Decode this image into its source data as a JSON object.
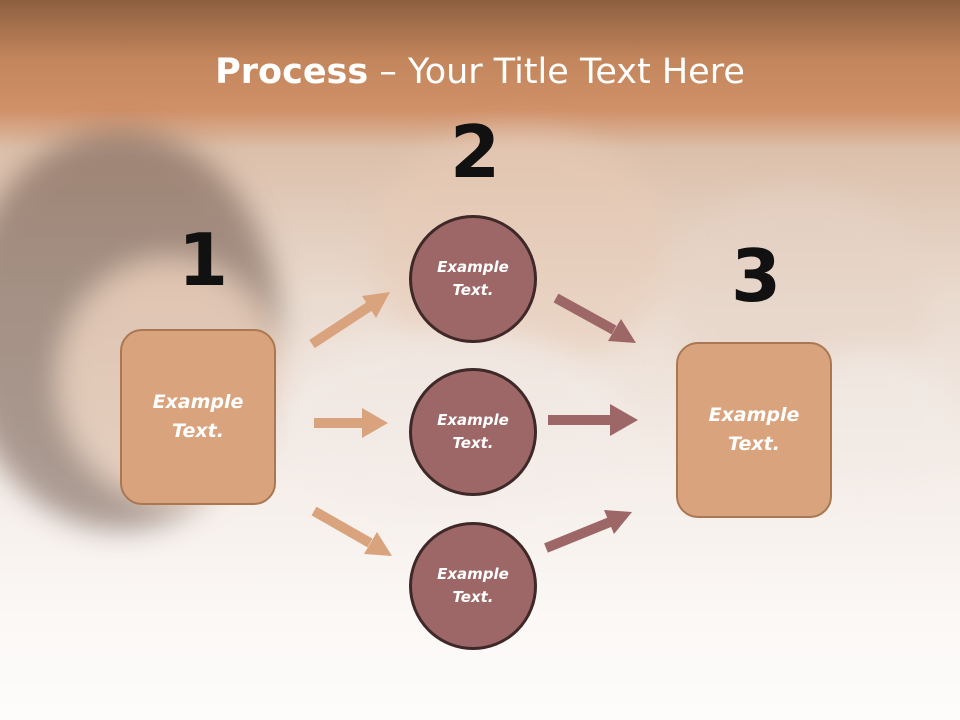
{
  "title": {
    "bold": "Process",
    "rest": " – Your Title Text Here"
  },
  "steps": [
    {
      "number": "1",
      "line1": "Example",
      "line2": "Text."
    },
    {
      "number": "2"
    },
    {
      "number": "3",
      "line1": "Example",
      "line2": "Text."
    }
  ],
  "circles": [
    {
      "line1": "Example",
      "line2": "Text."
    },
    {
      "line1": "Example",
      "line2": "Text."
    },
    {
      "line1": "Example",
      "line2": "Text."
    }
  ],
  "colors": {
    "box_fill": "#d9a47d",
    "circle_fill": "#9c6766",
    "arrow_left": "#d9a47d",
    "arrow_right": "#9c6766"
  }
}
